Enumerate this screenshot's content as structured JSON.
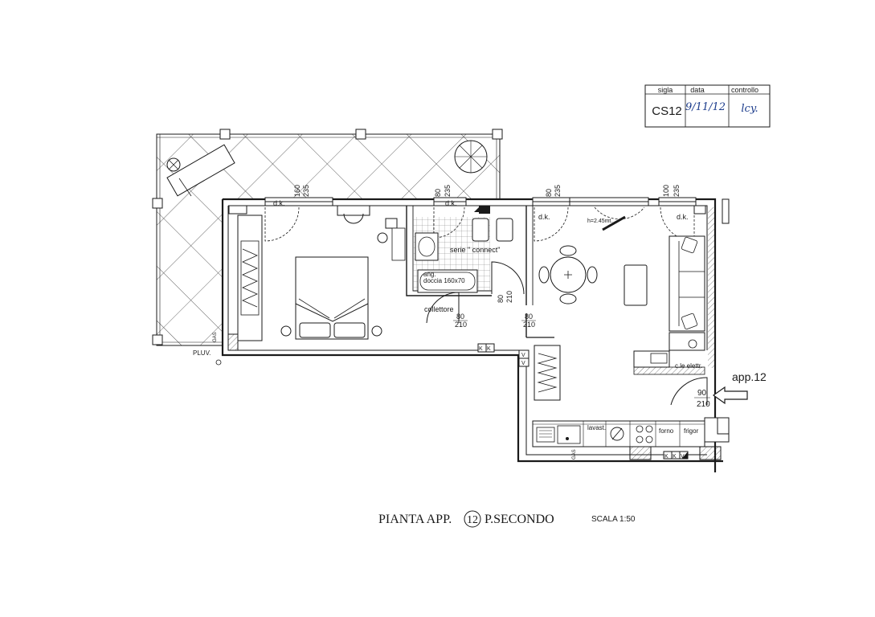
{
  "title_block": {
    "headers": [
      "sigla",
      "data",
      "controllo"
    ],
    "code": "CS12",
    "date": "9/11/12",
    "check": "lcy."
  },
  "labels": {
    "dk": "d.k.",
    "dim_160": "160",
    "dim_235": "235",
    "dim_80": "80",
    "dim_100": "100",
    "dim_210": "210",
    "dim_90": "90",
    "h_note": "h=2.45mt.",
    "serie": "serie \" connect\"",
    "ang": "ang.",
    "doccia": "doccia 160x70",
    "collettore": "collettore",
    "pluv": "PLUV.",
    "gas": "GAS",
    "k": "K",
    "v": "V",
    "cle_elett": "c.le elettr.",
    "app": "app.12",
    "lavast": "lavast.",
    "forno": "forno",
    "frigor": "frigor"
  },
  "caption": {
    "main_left": "PIANTA APP.",
    "unit_no": "12",
    "main_right": "P.SECONDO",
    "scale": "SCALA 1:50"
  },
  "colors": {
    "ink": "#1a1a1a",
    "hatch": "#5a5a5a",
    "pen": "#1c3c8c"
  }
}
